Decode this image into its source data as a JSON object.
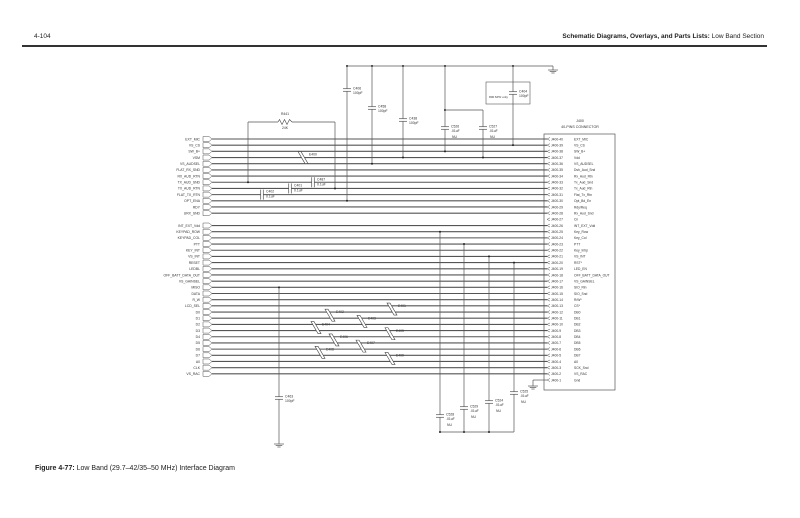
{
  "header": {
    "page_number": "4-104",
    "section_bold": "Schematic Diagrams, Overlays, and Parts Lists:",
    "section_rest": " Low Band Section"
  },
  "caption": {
    "label": "Figure 4-77:",
    "text": " Low Band (29.7–42/35–50 MHz) Interface Diagram"
  },
  "connector": {
    "ref": "J400",
    "title": "40-PINS CONNECTOR",
    "pins": [
      {
        "pin": "J400-40",
        "name": "EXT_MIC"
      },
      {
        "pin": "J400-39",
        "name": "VS_CS"
      },
      {
        "pin": "J400-38",
        "name": "SW_B+"
      },
      {
        "pin": "J400-37",
        "name": "Vdd"
      },
      {
        "pin": "J400-36",
        "name": "VS_AUDSEL"
      },
      {
        "pin": "J400-35",
        "name": "Dsh_Aud_Snd"
      },
      {
        "pin": "J400-34",
        "name": "Rx_Aud_Rtn"
      },
      {
        "pin": "J400-33",
        "name": "Tx_Aud_Snd"
      },
      {
        "pin": "J400-32",
        "name": "Tx_Aud_Rtn"
      },
      {
        "pin": "J400-31",
        "name": "Flat_Tx_Rtn"
      },
      {
        "pin": "J400-30",
        "name": "Opt_Bd_En"
      },
      {
        "pin": "J400-29",
        "name": "Rdy/Req"
      },
      {
        "pin": "J400-28",
        "name": "Rx_Aud_Snd"
      },
      {
        "pin": "J400-27",
        "name": "Cn"
      },
      {
        "pin": "J400-26",
        "name": "INT_EXT_Vdd"
      },
      {
        "pin": "J400-25",
        "name": "Key_Row"
      },
      {
        "pin": "J400-24",
        "name": "Key_Col"
      },
      {
        "pin": "J400-23",
        "name": "PTT"
      },
      {
        "pin": "J400-22",
        "name": "Key_Intrp"
      },
      {
        "pin": "J400-21",
        "name": "VS_INT"
      },
      {
        "pin": "J400-20",
        "name": "RST*"
      },
      {
        "pin": "J400-19",
        "name": "LED_EN"
      },
      {
        "pin": "J400-18",
        "name": "OFF_BATT_DATA_OUT"
      },
      {
        "pin": "J400-17",
        "name": "VS_GAINSEL"
      },
      {
        "pin": "J400-16",
        "name": "SIO_Rin"
      },
      {
        "pin": "J400-15",
        "name": "SIO_Snd"
      },
      {
        "pin": "J400-14",
        "name": "R/W*"
      },
      {
        "pin": "J400-13",
        "name": "CS*"
      },
      {
        "pin": "J400-12",
        "name": "DB0"
      },
      {
        "pin": "J400-11",
        "name": "DB1"
      },
      {
        "pin": "J400-10",
        "name": "DB2"
      },
      {
        "pin": "J400-9",
        "name": "DB3"
      },
      {
        "pin": "J400-8",
        "name": "DB4"
      },
      {
        "pin": "J400-7",
        "name": "DB5"
      },
      {
        "pin": "J400-6",
        "name": "DB6"
      },
      {
        "pin": "J400-5",
        "name": "DB7"
      },
      {
        "pin": "J400-4",
        "name": "A0"
      },
      {
        "pin": "J400-3",
        "name": "SCK_Snd"
      },
      {
        "pin": "J400-2",
        "name": "VS_RAC"
      },
      {
        "pin": "J400-1",
        "name": "Gnd"
      }
    ]
  },
  "signals": [
    {
      "name": "EXT_MIC",
      "pin": 40
    },
    {
      "name": "VS_CS",
      "pin": 39
    },
    {
      "name": "SW_B+",
      "pin": 38
    },
    {
      "name": "VSM",
      "pin": 37
    },
    {
      "name": "VS_AUDSEL",
      "pin": 36
    },
    {
      "name": "FLAT_RX_SND",
      "pin": 35
    },
    {
      "name": "RX_AUD_RTN",
      "pin": 34
    },
    {
      "name": "TX_AUD_SND",
      "pin": 33
    },
    {
      "name": "TX_AUD_RTN",
      "pin": 32
    },
    {
      "name": "FLAT_TX_RTN",
      "pin": 31
    },
    {
      "name": "OPT_ENA",
      "pin": 30
    },
    {
      "name": "RDY",
      "pin": 29
    },
    {
      "name": "URX_SND",
      "pin": 28
    },
    {
      "name": "INT_EXT_Vdd",
      "pin": 26
    },
    {
      "name": "KEYPAD_ROW",
      "pin": 25
    },
    {
      "name": "KEYPAD_COL",
      "pin": 24
    },
    {
      "name": "PTT",
      "pin": 23
    },
    {
      "name": "KEY_INT",
      "pin": 22
    },
    {
      "name": "VS_INT",
      "pin": 21
    },
    {
      "name": "RESET",
      "pin": 20
    },
    {
      "name": "LEDBL",
      "pin": 19
    },
    {
      "name": "OFF_BATT_DATA_OUT",
      "pin": 18
    },
    {
      "name": "VS_GAINSEL",
      "pin": 17
    },
    {
      "name": "MISO",
      "pin": 16
    },
    {
      "name": "DATA",
      "pin": 15
    },
    {
      "name": "R_W",
      "pin": 14
    },
    {
      "name": "LCD_SEL",
      "pin": 13
    },
    {
      "name": "D0",
      "pin": 12
    },
    {
      "name": "D1",
      "pin": 11
    },
    {
      "name": "D2",
      "pin": 10
    },
    {
      "name": "D3",
      "pin": 9
    },
    {
      "name": "D4",
      "pin": 8
    },
    {
      "name": "D5",
      "pin": 7
    },
    {
      "name": "D6",
      "pin": 6
    },
    {
      "name": "D7",
      "pin": 5
    },
    {
      "name": "A0",
      "pin": 4
    },
    {
      "name": "CLK",
      "pin": 3
    },
    {
      "name": "VS_RAC",
      "pin": 2
    }
  ],
  "components": {
    "R441": {
      "ref": "R441",
      "value": "24K"
    },
    "C406": {
      "ref": "C406",
      "value": "100pF"
    },
    "C458": {
      "ref": "C458",
      "value": "100pF"
    },
    "C438": {
      "ref": "C438",
      "value": "100pF"
    },
    "C526": {
      "ref": "C526",
      "value": ".01uF",
      "note": "NU"
    },
    "C527": {
      "ref": "C527",
      "value": ".01uF",
      "note": "NU"
    },
    "C404": {
      "ref": "C404",
      "value": "100pF",
      "note": "800 MHz only"
    },
    "C487": {
      "ref": "C487",
      "value": "0.1uF"
    },
    "C401": {
      "ref": "C401",
      "value": "0.1uF"
    },
    "C402": {
      "ref": "C402",
      "value": "0.1uF"
    },
    "C463": {
      "ref": "C463",
      "value": "100pF"
    },
    "C528": {
      "ref": "C528",
      "value": ".01uF",
      "note": "NU"
    },
    "C529": {
      "ref": "C529",
      "value": ".01uF",
      "note": "NU"
    },
    "C524": {
      "ref": "C524",
      "value": ".01uF",
      "note": "NU"
    },
    "C525": {
      "ref": "C525",
      "value": ".01uF",
      "note": "NU"
    }
  },
  "ferrites": [
    "E400",
    "E401",
    "E402",
    "E403",
    "E404",
    "E405",
    "E406",
    "E407",
    "E408",
    "E409"
  ]
}
